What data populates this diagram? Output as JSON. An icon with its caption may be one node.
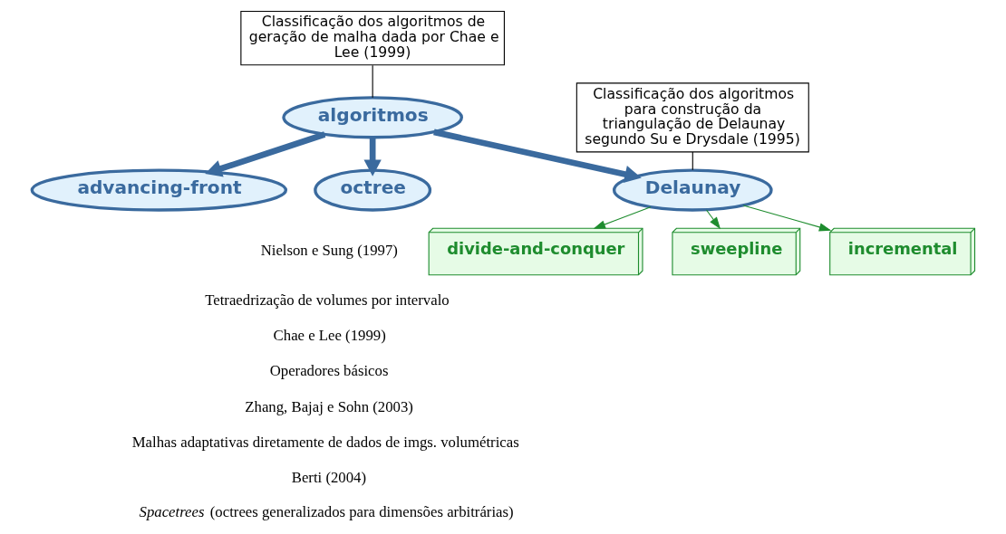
{
  "diagram": {
    "nodes": [
      {
        "text": [
          "Classificação dos algoritmos de geração de malha dada por Chae e Lee (1999)"
        ]
      },
      {
        "text": [
          "Classificação dos algoritmos para construção da triangulação de Delaunay segundo Su e Drysdale (1995)"
        ]
      },
      {
        "text": [
          "advancing-front"
        ]
      },
      {
        "text": [
          "algoritmos"
        ]
      },
      {
        "text": [
          "octree"
        ]
      },
      {
        "text": [
          "Delaunay"
        ]
      },
      {
        "text": [
          "divide-and-conquer"
        ]
      },
      {
        "text": [
          "sweepline"
        ]
      },
      {
        "text": [
          "incremental"
        ]
      }
    ],
    "edges": [
      {
        "from": 0,
        "to": 3,
        "arrow": "none",
        "color": "#000000"
      },
      {
        "from": 1,
        "to": 5,
        "arrow": "none",
        "color": "#000000"
      },
      {
        "from": 3,
        "to": 2,
        "arrow": "to",
        "style": "thick",
        "color": "#3a6a9e"
      },
      {
        "from": 3,
        "to": 4,
        "arrow": "to",
        "style": "thick",
        "color": "#3a6a9e"
      },
      {
        "from": 3,
        "to": 5,
        "arrow": "to",
        "style": "thick",
        "color": "#3a6a9e"
      },
      {
        "from": 5,
        "to": 6,
        "arrow": "to",
        "color": "#1e8c2e"
      },
      {
        "from": 5,
        "to": 8,
        "arrow": "to",
        "color": "#1e8c2e"
      },
      {
        "from": 5,
        "to": 7,
        "arrow": "to",
        "color": "#1e8c2e"
      }
    ],
    "labels": [
      "Nielson e Sung (1997)",
      "Tetraedrização de volumes por intervalo",
      "Chae e Lee (1999)",
      "Operadores básicos",
      "Zhang, Bajaj e Sohn (2003)",
      "Malhas adaptativas diretamente de dados de imgs. volumétricas",
      "Berti (2004)",
      "*Spacetrees* (octrees generalizados para dimensões arbitrárias)"
    ]
  }
}
